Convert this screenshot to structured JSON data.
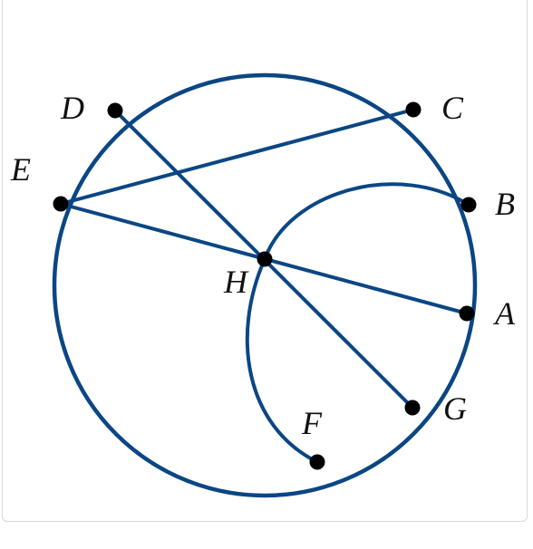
{
  "diagram": {
    "colors": {
      "stroke": "#0b4684",
      "point": "#000000",
      "label": "#111111"
    },
    "points": [
      {
        "id": "A",
        "label": "A"
      },
      {
        "id": "B",
        "label": "B"
      },
      {
        "id": "C",
        "label": "C"
      },
      {
        "id": "D",
        "label": "D"
      },
      {
        "id": "E",
        "label": "E"
      },
      {
        "id": "F",
        "label": "F"
      },
      {
        "id": "G",
        "label": "G"
      },
      {
        "id": "H",
        "label": "H"
      }
    ],
    "segments": [
      "E-C",
      "E-A",
      "D-G"
    ],
    "arc": "B-H-F"
  }
}
